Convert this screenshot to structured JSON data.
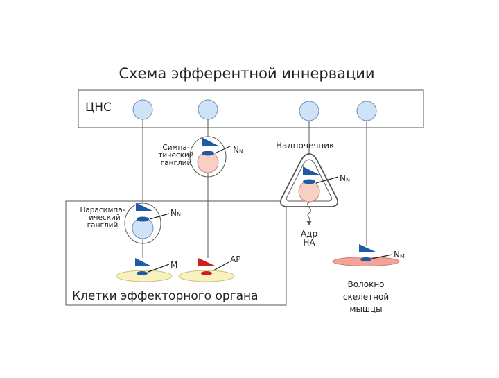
{
  "title": "Схема эфферентной иннервации",
  "cns_label": "ЦНС",
  "sympathetic_ganglion": [
    "Симпа-",
    "тический",
    "ганглий"
  ],
  "parasympathetic_ganglion": [
    "Парасимпа-",
    "тический",
    "ганглий"
  ],
  "adrenal_label": "Надпочечник",
  "adrenal_secretion": [
    "Адр",
    "НА"
  ],
  "effector_label": "Клетки эффекторного органа",
  "skeletal_label": [
    "Волокно",
    "скелетной",
    "мышцы"
  ],
  "receptors": {
    "nn_symp": {
      "main": "N",
      "sub": "N"
    },
    "nn_adrenal": {
      "main": "N",
      "sub": "N"
    },
    "nn_parasymp": {
      "main": "N",
      "sub": "N"
    },
    "m": "M",
    "ar": "АР",
    "nm": {
      "main": "N",
      "sub": "M"
    }
  },
  "colors": {
    "neuron_body": "#cfe3f7",
    "ganglion_cell": "#f7cfc3",
    "terminal_blue": "#1f5aa6",
    "terminal_red": "#cc1f1f",
    "effector_cell": "#f7f2c0",
    "skeletal_fiber": "#f2a39a",
    "line": "#555555"
  }
}
